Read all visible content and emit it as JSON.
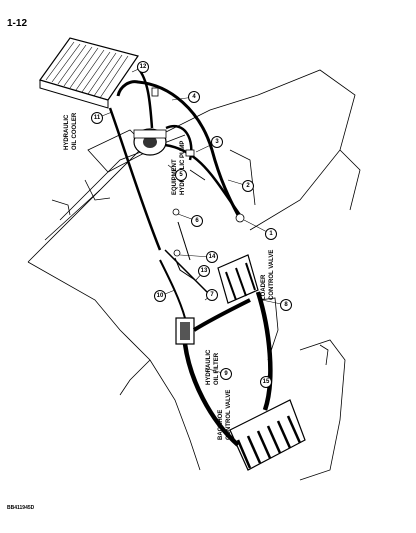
{
  "page": {
    "number": "1-12",
    "figure_code": "BB411945D"
  },
  "labels": {
    "oil_cooler": [
      "HYDRAULIC",
      "OIL COOLER"
    ],
    "pump": [
      "EQUIPMENT",
      "HYDRAULIC PUMP"
    ],
    "loader_valve": [
      "LOADER",
      "CONTROL VALVE"
    ],
    "oil_filter": [
      "HYDRAULIC",
      "OIL FILTER"
    ],
    "backhoe_valve": [
      "BACKHOE",
      "CONTROL VALVE"
    ]
  },
  "callouts": [
    "1",
    "2",
    "3",
    "4",
    "5",
    "6",
    "7",
    "8",
    "9",
    "10",
    "11",
    "12",
    "13",
    "14",
    "15"
  ]
}
